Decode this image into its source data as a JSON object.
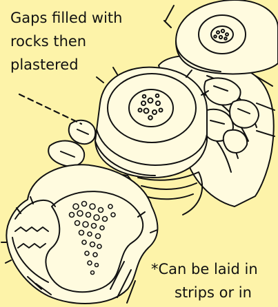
{
  "annotation": {
    "gaps_lines": [
      "Gaps filled with",
      "rocks then",
      "plastered"
    ]
  },
  "note": {
    "lines": [
      "*Can be laid in",
      "strips or in"
    ]
  },
  "colors": {
    "background": "#fdf3a9",
    "disc_fill": "#fffbdf",
    "ink": "#111111"
  }
}
